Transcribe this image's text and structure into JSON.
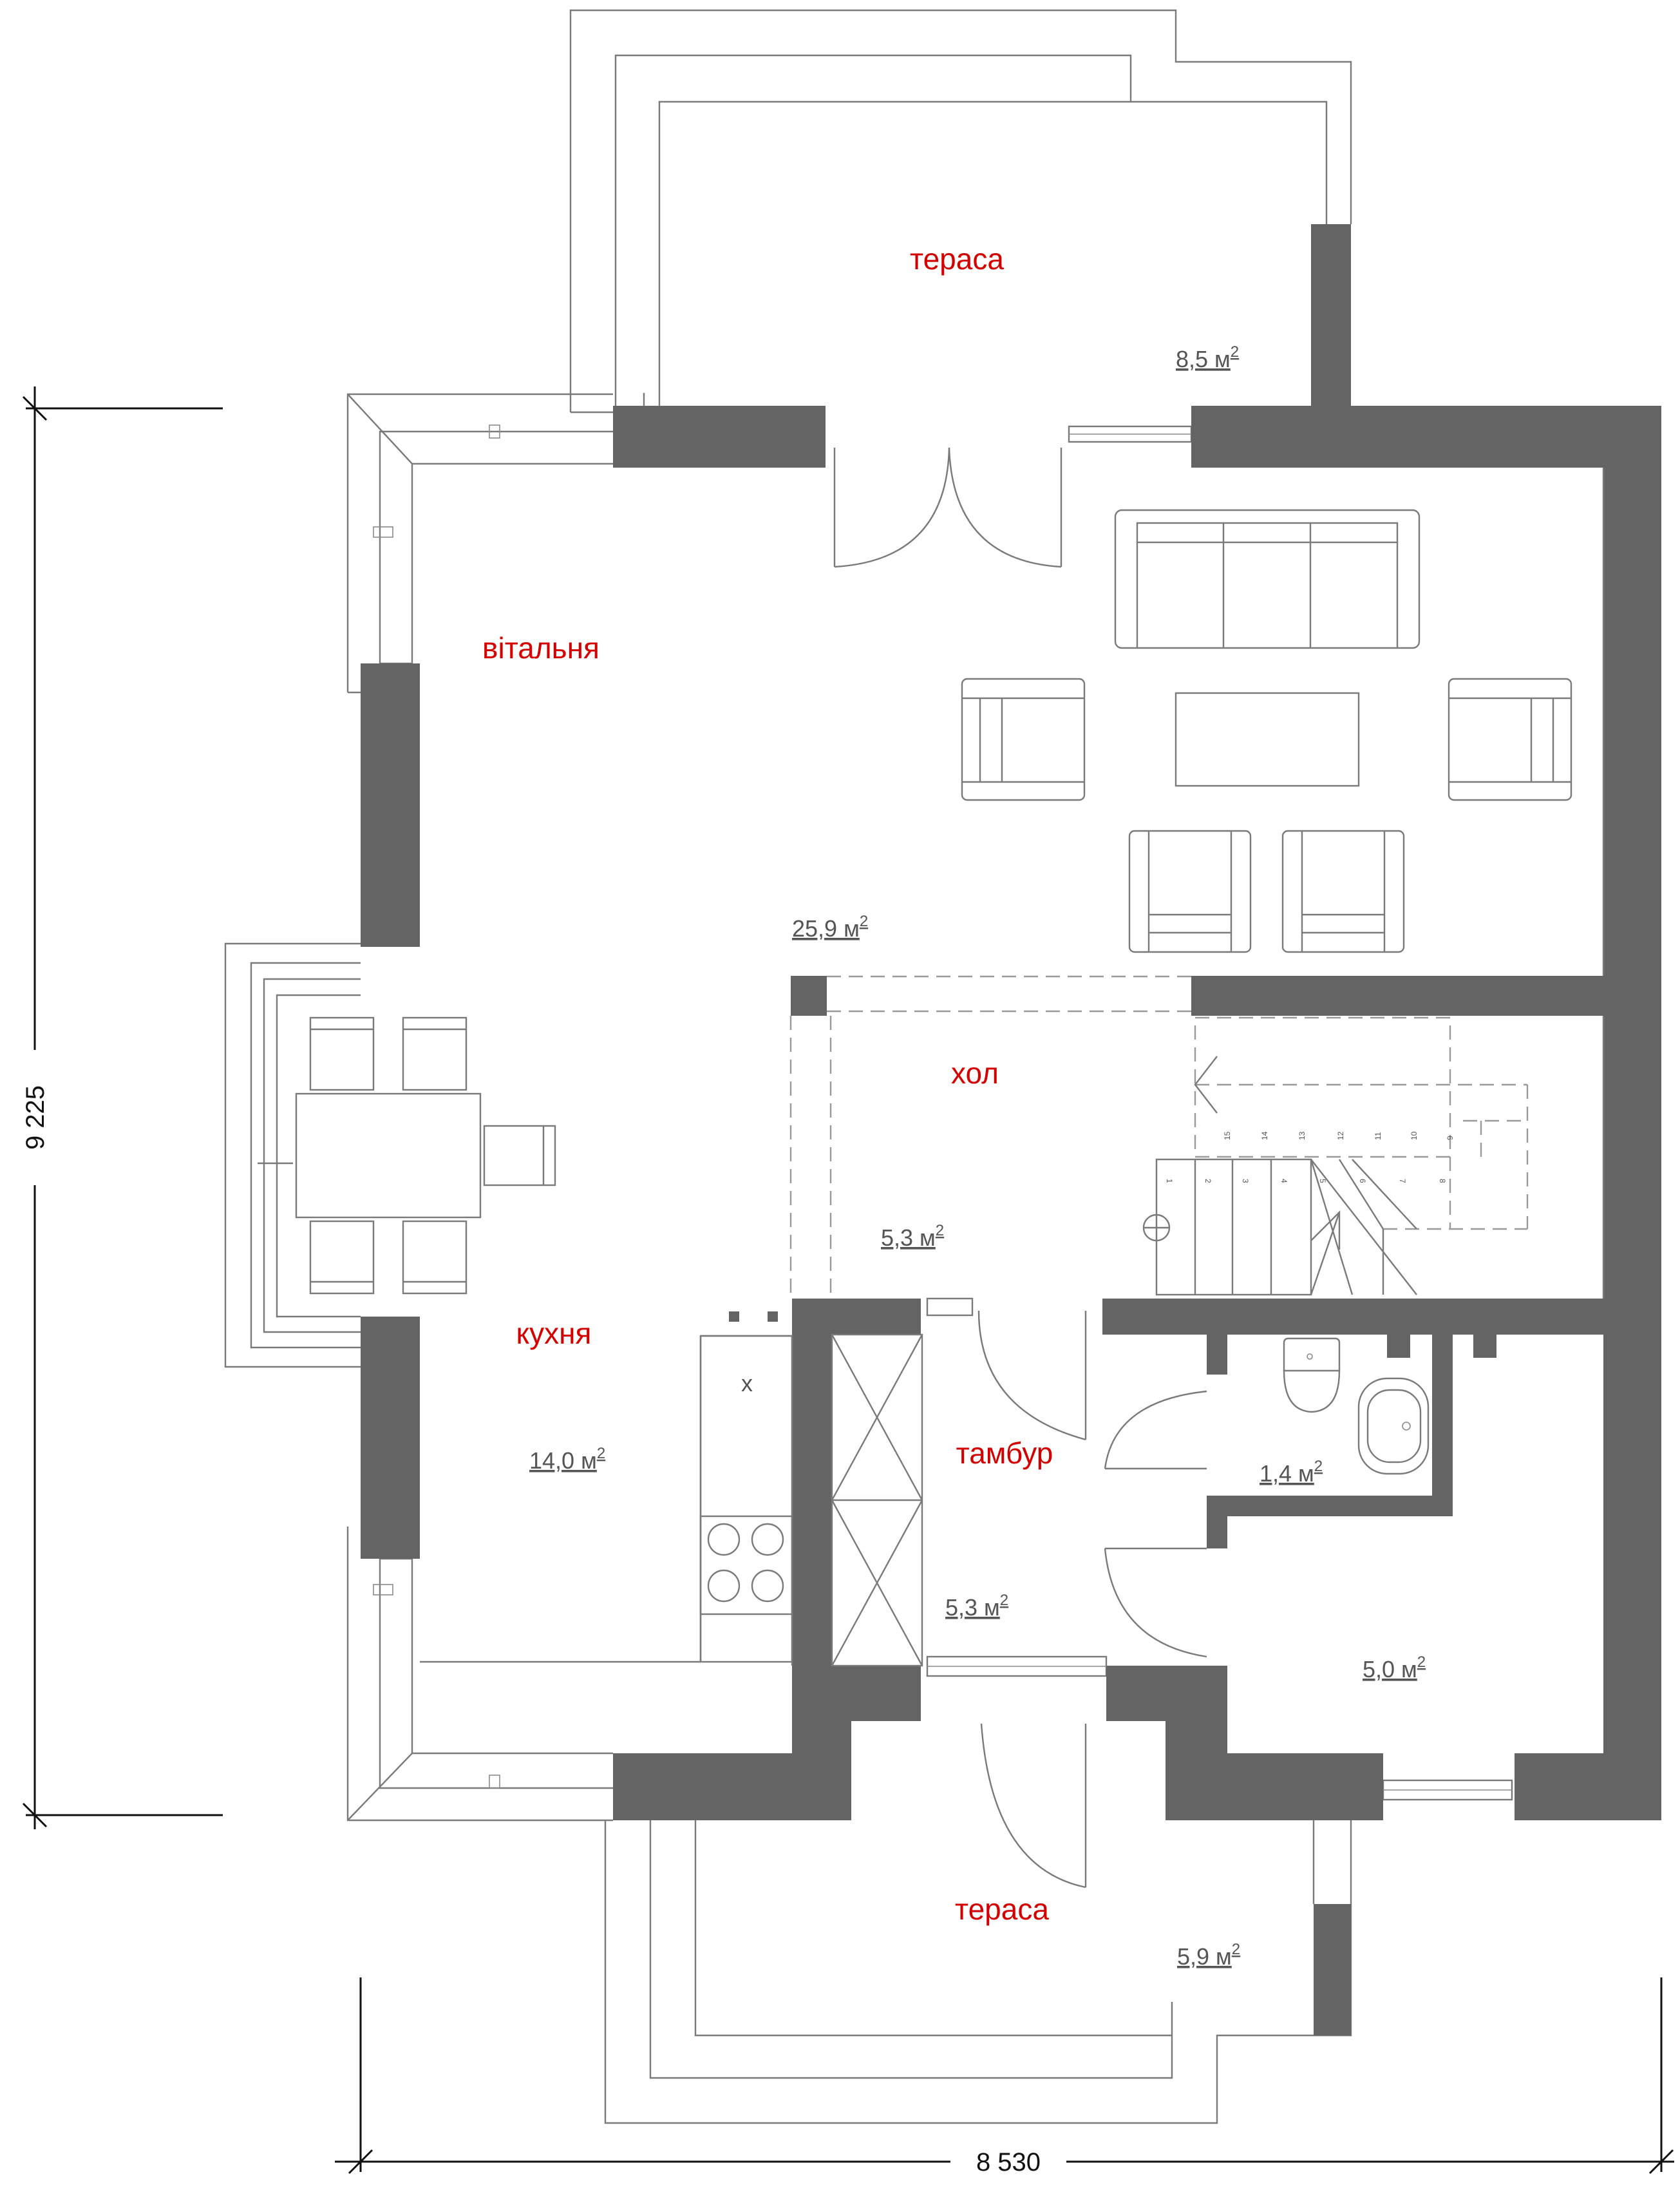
{
  "rooms": {
    "terrace_top": {
      "label": "тераса",
      "area": "8,5 м",
      "unit_sup": "2"
    },
    "living": {
      "label": "вітальня",
      "area": "25,9 м",
      "unit_sup": "2"
    },
    "hall": {
      "label": "хол",
      "area": "5,3 м",
      "unit_sup": "2"
    },
    "kitchen": {
      "label": "кухня",
      "area": "14,0 м",
      "unit_sup": "2"
    },
    "vestibule": {
      "label": "тамбур",
      "area": "5,3 м",
      "unit_sup": "2"
    },
    "wc": {
      "area": "1,4 м",
      "unit_sup": "2"
    },
    "room_se": {
      "area": "5,0 м",
      "unit_sup": "2"
    },
    "terrace_bottom": {
      "label": "тераса",
      "area": "5,9 м",
      "unit_sup": "2"
    }
  },
  "dimensions": {
    "height": "9 225",
    "width": "8 530"
  },
  "stairs": {
    "lower_flight": [
      "1",
      "2",
      "3",
      "4",
      "5",
      "6",
      "7",
      "8"
    ],
    "upper_flight": [
      "9",
      "10",
      "11",
      "12",
      "13",
      "14",
      "15"
    ]
  },
  "kitchen_marker": "x",
  "colors": {
    "wall": "#646464",
    "room_label": "#d40000",
    "area_label": "#555555"
  }
}
